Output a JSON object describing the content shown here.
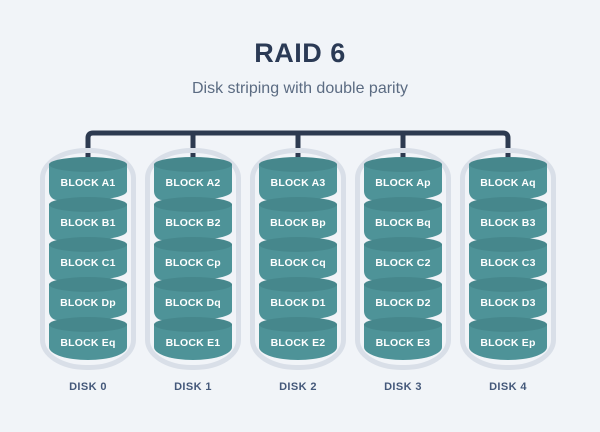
{
  "header": {
    "title": "RAID 6",
    "subtitle": "Disk striping with double parity"
  },
  "colors": {
    "background": "#f1f4f8",
    "title": "#2b3a55",
    "subtitle": "#5b6b82",
    "bus": "#2d3a50",
    "block_body": "#4e9398",
    "block_top": "#46878c",
    "block_text": "#ffffff",
    "frame": "#d9dfe8",
    "disk_label": "#44587a"
  },
  "diagram": {
    "type": "raid-layout",
    "level": "RAID 6",
    "stripes": [
      "A",
      "B",
      "C",
      "D",
      "E"
    ],
    "bus": {
      "name": "controller-bus",
      "orientation": "horizontal",
      "drops": 5
    },
    "disks": [
      {
        "name": "DISK 0",
        "blocks": [
          {
            "label": "BLOCK A1",
            "stripe": "A",
            "role": "data"
          },
          {
            "label": "BLOCK B1",
            "stripe": "B",
            "role": "data"
          },
          {
            "label": "BLOCK C1",
            "stripe": "C",
            "role": "data"
          },
          {
            "label": "BLOCK Dp",
            "stripe": "D",
            "role": "parity-p"
          },
          {
            "label": "BLOCK Eq",
            "stripe": "E",
            "role": "parity-q"
          }
        ]
      },
      {
        "name": "DISK 1",
        "blocks": [
          {
            "label": "BLOCK A2",
            "stripe": "A",
            "role": "data"
          },
          {
            "label": "BLOCK B2",
            "stripe": "B",
            "role": "data"
          },
          {
            "label": "BLOCK Cp",
            "stripe": "C",
            "role": "parity-p"
          },
          {
            "label": "BLOCK Dq",
            "stripe": "D",
            "role": "parity-q"
          },
          {
            "label": "BLOCK E1",
            "stripe": "E",
            "role": "data"
          }
        ]
      },
      {
        "name": "DISK 2",
        "blocks": [
          {
            "label": "BLOCK A3",
            "stripe": "A",
            "role": "data"
          },
          {
            "label": "BLOCK Bp",
            "stripe": "B",
            "role": "parity-p"
          },
          {
            "label": "BLOCK Cq",
            "stripe": "C",
            "role": "parity-q"
          },
          {
            "label": "BLOCK D1",
            "stripe": "D",
            "role": "data"
          },
          {
            "label": "BLOCK E2",
            "stripe": "E",
            "role": "data"
          }
        ]
      },
      {
        "name": "DISK 3",
        "blocks": [
          {
            "label": "BLOCK Ap",
            "stripe": "A",
            "role": "parity-p"
          },
          {
            "label": "BLOCK Bq",
            "stripe": "B",
            "role": "parity-q"
          },
          {
            "label": "BLOCK C2",
            "stripe": "C",
            "role": "data"
          },
          {
            "label": "BLOCK D2",
            "stripe": "D",
            "role": "data"
          },
          {
            "label": "BLOCK E3",
            "stripe": "E",
            "role": "data"
          }
        ]
      },
      {
        "name": "DISK 4",
        "blocks": [
          {
            "label": "BLOCK Aq",
            "stripe": "A",
            "role": "parity-q"
          },
          {
            "label": "BLOCK B3",
            "stripe": "B",
            "role": "data"
          },
          {
            "label": "BLOCK C3",
            "stripe": "C",
            "role": "data"
          },
          {
            "label": "BLOCK D3",
            "stripe": "D",
            "role": "data"
          },
          {
            "label": "BLOCK Ep",
            "stripe": "E",
            "role": "parity-p"
          }
        ]
      }
    ]
  }
}
